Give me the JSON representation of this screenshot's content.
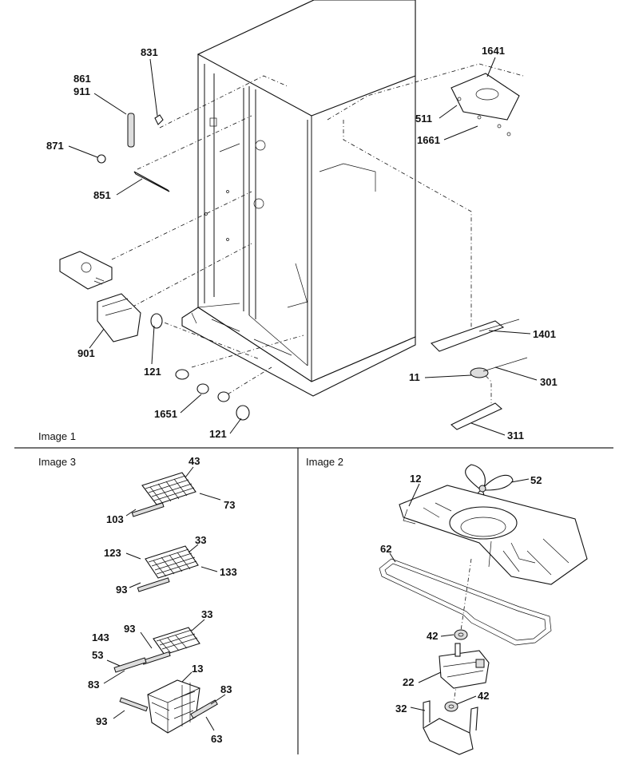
{
  "panels": {
    "image1": {
      "title": "Image 1"
    },
    "image2": {
      "title": "Image 2"
    },
    "image3": {
      "title": "Image 3"
    }
  },
  "callouts": {
    "image1": [
      "831",
      "861",
      "911",
      "871",
      "851",
      "901",
      "121",
      "121",
      "1651",
      "1641",
      "511",
      "1661",
      "1401",
      "11",
      "301",
      "311"
    ],
    "image2": [
      "12",
      "52",
      "62",
      "42",
      "22",
      "42",
      "32"
    ],
    "image3": [
      "43",
      "73",
      "103",
      "123",
      "33",
      "133",
      "93",
      "93",
      "33",
      "143",
      "53",
      "83",
      "13",
      "83",
      "93",
      "63"
    ]
  }
}
